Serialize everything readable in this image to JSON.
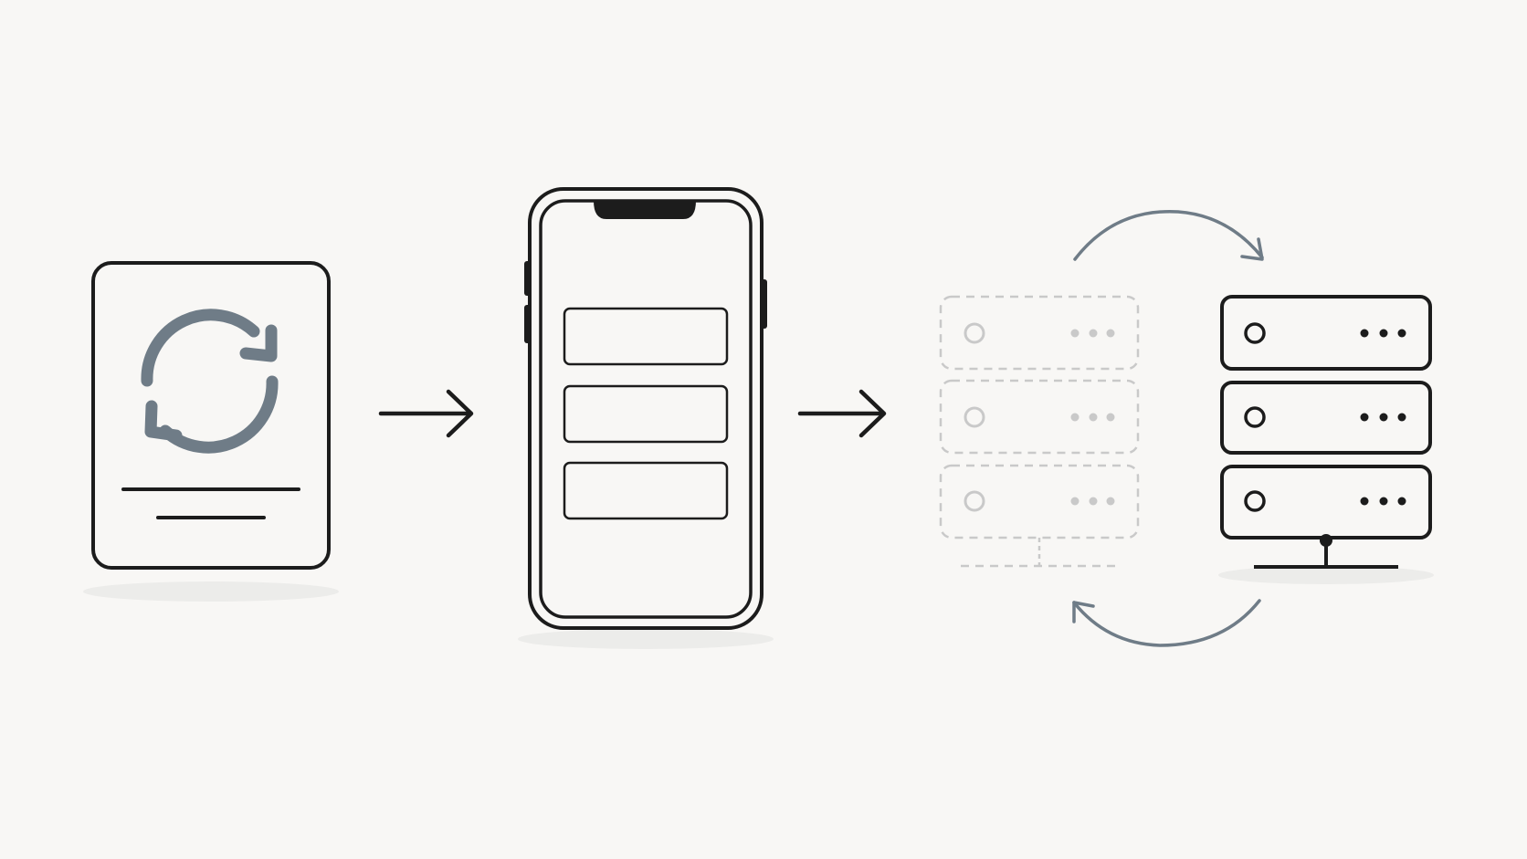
{
  "colors": {
    "background": "#f8f7f5",
    "ink": "#1c1c1c",
    "accent_slate": "#6f7c87",
    "ghost_gray": "#c9c9c9",
    "shadow": "#ececea"
  },
  "diagram": {
    "nodes": [
      {
        "id": "update-document",
        "icon": "document-sync-icon"
      },
      {
        "id": "mobile-app",
        "icon": "smartphone-icon",
        "list_items": 3
      },
      {
        "id": "old-server",
        "icon": "server-stack-icon",
        "style": "dashed-faded",
        "units": 3
      },
      {
        "id": "new-server",
        "icon": "server-stack-icon",
        "style": "solid",
        "units": 3
      }
    ],
    "edges": [
      {
        "from": "update-document",
        "to": "mobile-app",
        "icon": "arrow-right-icon"
      },
      {
        "from": "mobile-app",
        "to": "old-server",
        "icon": "arrow-right-icon"
      },
      {
        "from": "old-server",
        "to": "new-server",
        "icon": "curved-arrow-icon",
        "direction": "top-forward"
      },
      {
        "from": "new-server",
        "to": "old-server",
        "icon": "curved-arrow-icon",
        "direction": "bottom-back"
      }
    ]
  }
}
